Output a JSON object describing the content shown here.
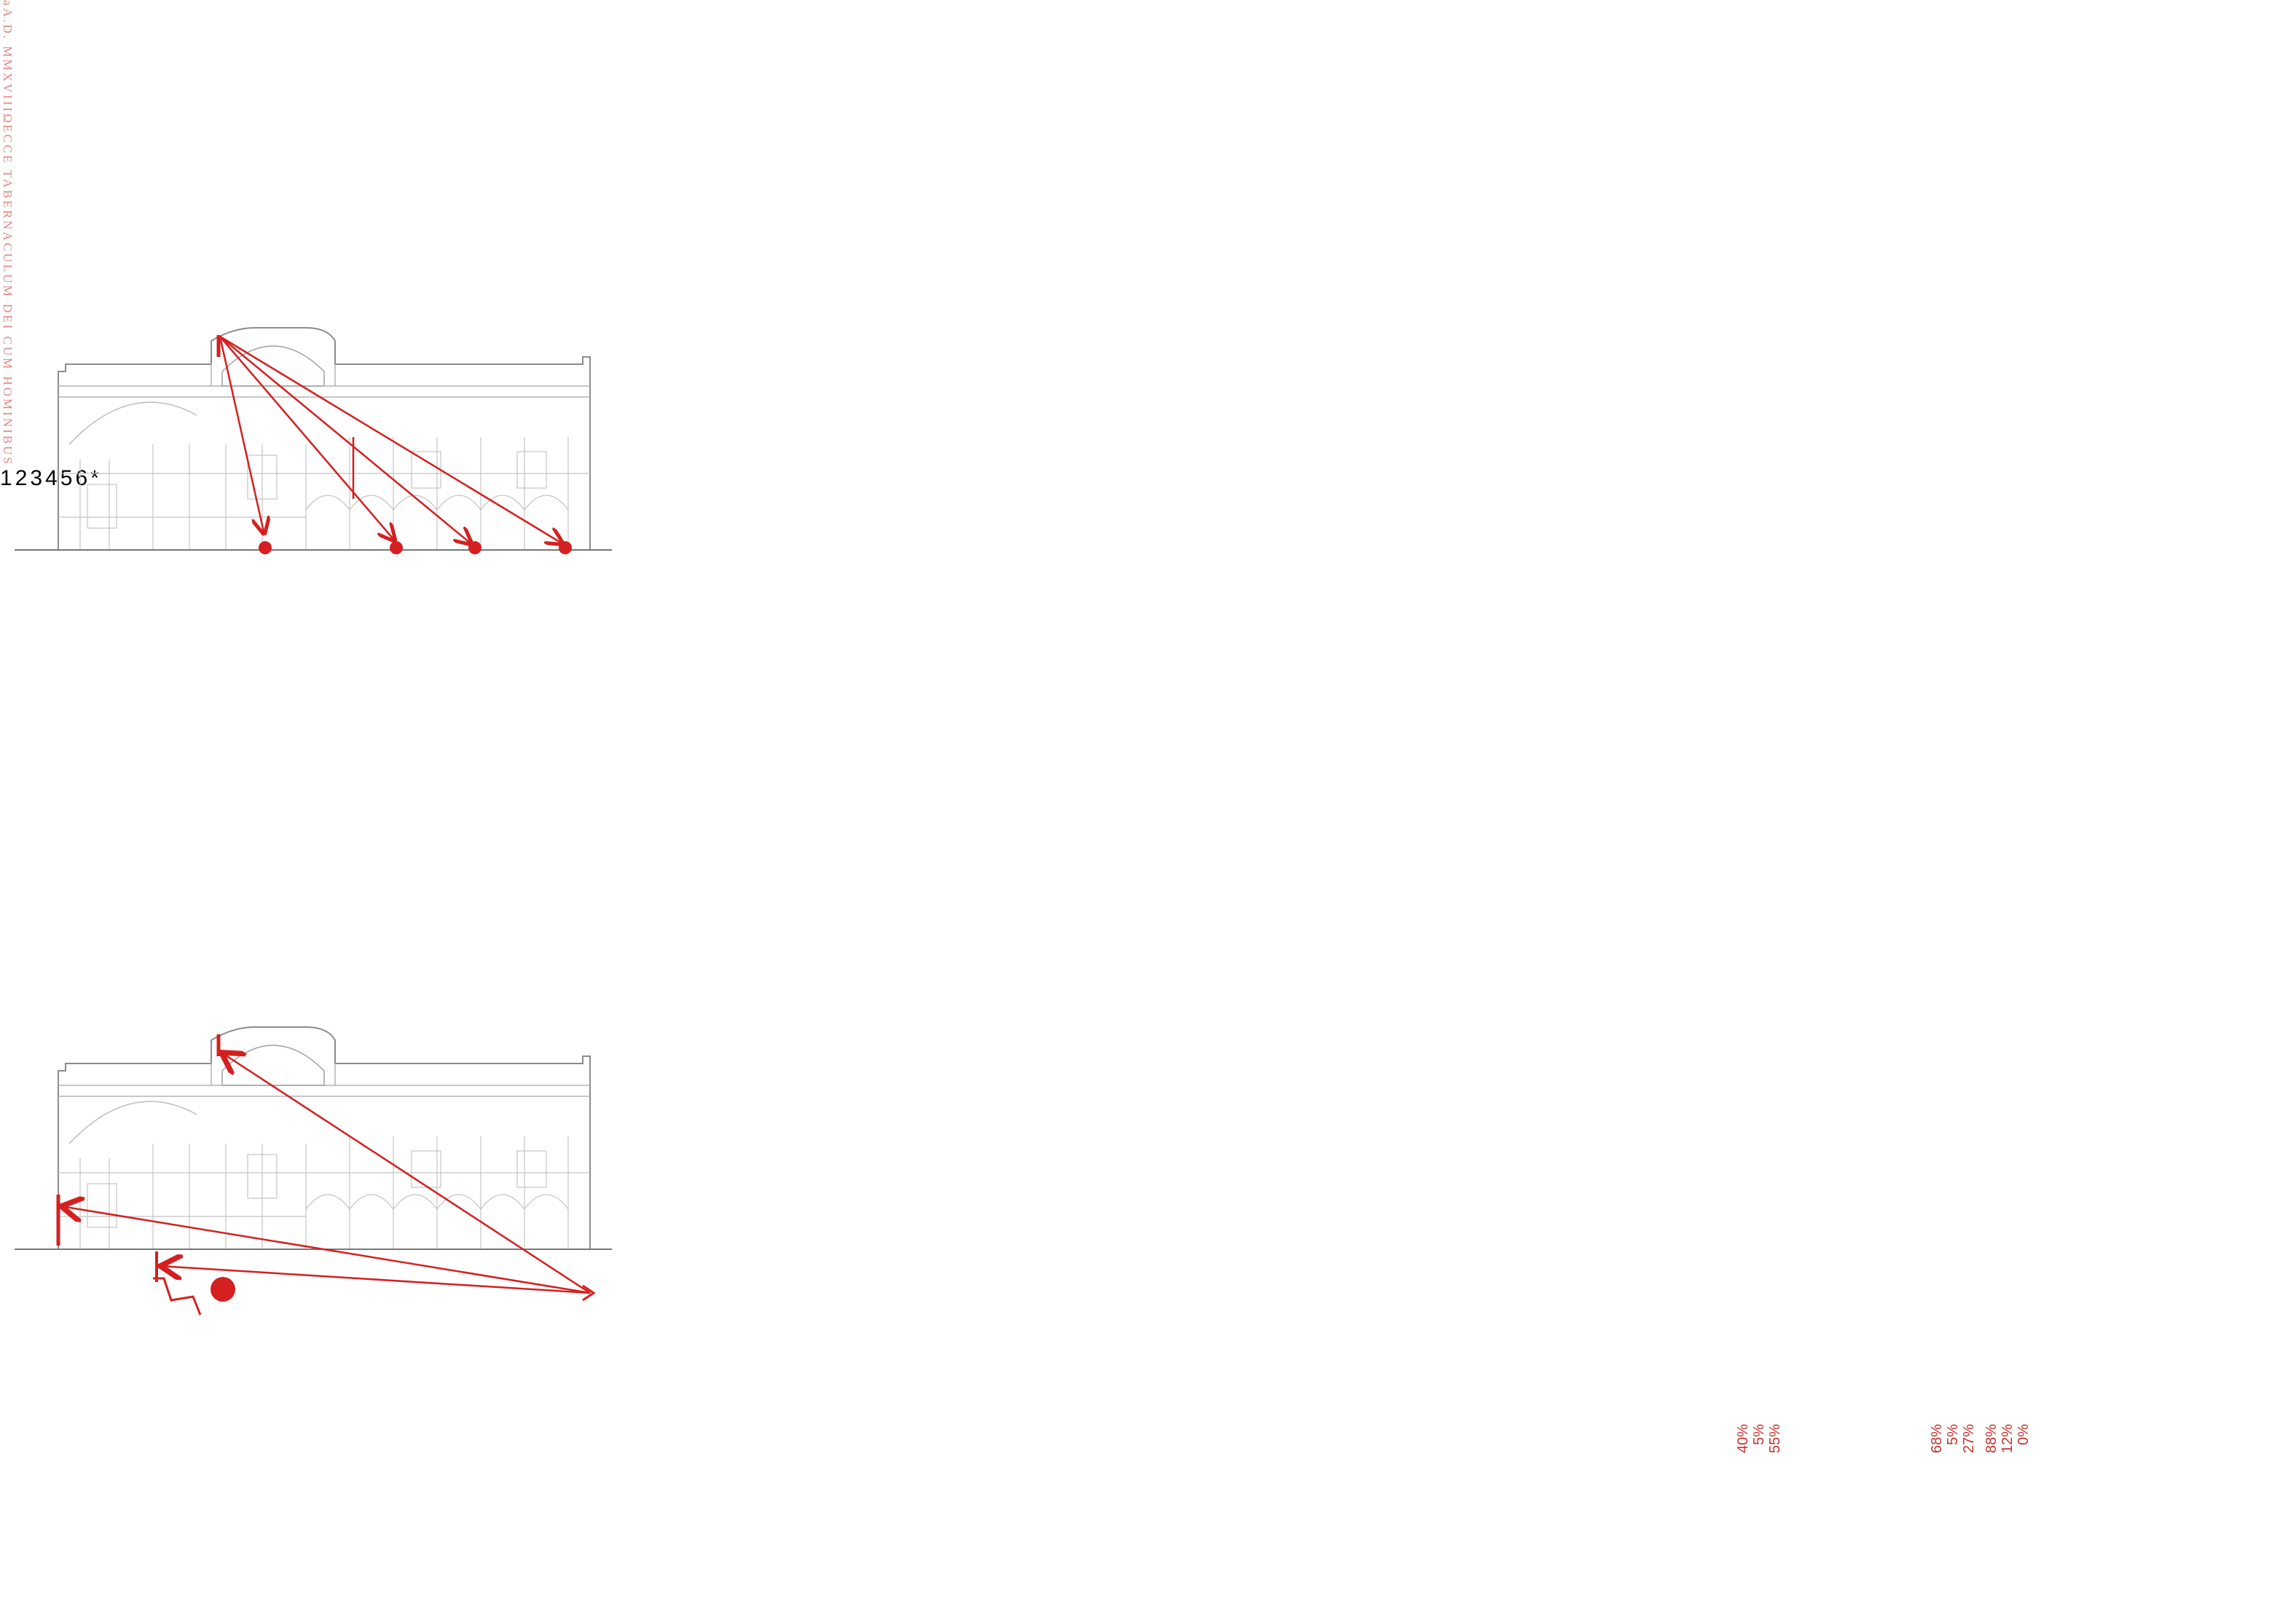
{
  "inscriptions": {
    "marker1": "a",
    "marker2": "A.D. MMXVIII",
    "marker3": "Ω",
    "marker4": "ECCE TABERNACULUM DEI CUM HOMINIBUS"
  },
  "zones": {
    "z1": "1",
    "z2": "2",
    "z3": "3",
    "z4": "4",
    "z5": "5",
    "z6": "6",
    "asterisk": "*"
  },
  "legend_left": {
    "items": [
      "40%",
      "5%",
      "55%"
    ],
    "swatches": [
      "#f3efdf",
      "#eeeeea",
      "#f8f8f4"
    ]
  },
  "legend_right_a": {
    "items": [
      "68%",
      "5%",
      "27%"
    ],
    "swatches": [
      "#f3efdf",
      "#eeeeea",
      "#f8f8f4"
    ]
  },
  "legend_right_b": {
    "items": [
      "88%",
      "12%",
      "0%"
    ],
    "swatches": [
      "#f3efdf",
      "#eeeeea",
      "#f8f8f4"
    ]
  },
  "colors": {
    "accent_red": "#d42020",
    "wall_grey": "#9a9a9a",
    "hatch_pink": "#e8b4b0",
    "floor_cream": "#f4f0dc"
  }
}
